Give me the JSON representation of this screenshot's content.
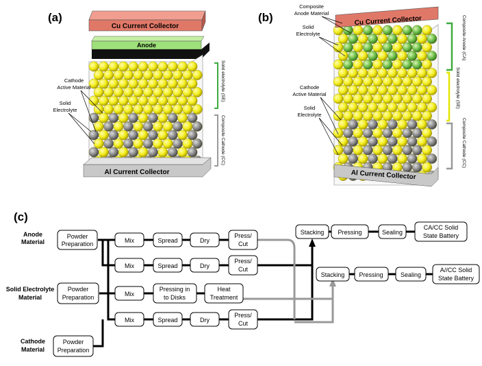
{
  "panel_a": {
    "label": "(a)",
    "cu_collector": "Cu Current Collector",
    "anode": "Anode",
    "al_collector": "Al Current Collector",
    "cathode_active": [
      "Cathode",
      "Active Material"
    ],
    "solid_electrolyte": [
      "Solid",
      "Electrolyte"
    ],
    "side_se": "Solid electrolyte (SE)",
    "side_cc": "Composite Cathode (CC)"
  },
  "panel_b": {
    "label": "(b)",
    "cu_collector": "Cu Current Collector",
    "al_collector": "Al Current Collector",
    "composite_anode": [
      "Composite",
      "Anode Material"
    ],
    "solid_electrolyte_top": [
      "Solid",
      "Electrolyte"
    ],
    "cathode_active": [
      "Cathode",
      "Active Material"
    ],
    "solid_electrolyte_bottom": [
      "Solid",
      "Electrolyte"
    ],
    "side_ca": "Composite Anode (CA)",
    "side_se": "Solid electrolyte (SE)",
    "side_cc": "Composite Cathode (CC)"
  },
  "panel_c": {
    "label": "(c)",
    "materials": {
      "anode": [
        "Anode",
        "Material"
      ],
      "solid_electrolyte": [
        "Solid Electrolyte",
        "Material"
      ],
      "cathode": [
        "Cathode",
        "Material"
      ]
    },
    "powder_prep": [
      "Powder",
      "Preparation"
    ],
    "mix": "Mix",
    "spread": "Spread",
    "dry": "Dry",
    "press_cut": [
      "Press/",
      "Cut"
    ],
    "pressing_disks": [
      "Pressing in",
      "to Disks"
    ],
    "heat_treatment": [
      "Heat",
      "Treatment"
    ],
    "stacking": "Stacking",
    "pressing": "Pressing",
    "sealing": "Sealing",
    "ca_cc_battery": [
      "CA/CC Solid",
      "State Battery"
    ],
    "a_cc_battery": [
      "A//CC Solid",
      "State Battery"
    ]
  },
  "colors": {
    "cu": "#e07868",
    "anode": "#9ee07a",
    "yellow": "#f2ee1c",
    "grey": "#8a8a8a",
    "green": "#6fbf4a",
    "bracket_green": "#3faa3f",
    "bracket_yellow": "#e6e600",
    "bracket_grey": "#999999"
  }
}
